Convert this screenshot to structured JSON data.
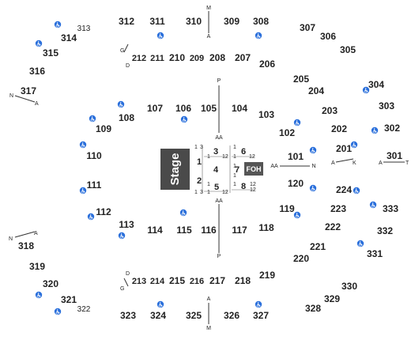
{
  "colors": {
    "stage_fill": "#4a4a4a",
    "foh_fill": "#555555",
    "accessible_icon": "#2a6fdb",
    "text": "#222222"
  },
  "stage": {
    "label": "Stage"
  },
  "foh": {
    "label": "FOH"
  },
  "floor_sections": [
    "1",
    "2",
    "3",
    "4",
    "5",
    "6",
    "7",
    "8"
  ],
  "floor_row_labels": [
    "1",
    "3",
    "1",
    "12",
    "1",
    "1",
    "12",
    "1",
    "1",
    "12",
    "1",
    "3",
    "1",
    "12",
    "1",
    "1",
    "12"
  ],
  "aisle_labels": {
    "aa_top": "AA",
    "aa_bottom": "AA",
    "aa_right": "AA",
    "p_top": "P",
    "p_bottom": "P",
    "m_top": "M",
    "a_top": "A",
    "m_bottom": "M",
    "a_bottom": "A",
    "n_right": "N",
    "a_left_top": "A",
    "n_left_top": "N",
    "a_left_bottom": "A",
    "n_left_bottom": "N",
    "g_left_top": "G",
    "d_left_top": "D",
    "g_left_bottom": "G",
    "d_left_bottom": "D",
    "a_301": "A",
    "t_301": "T",
    "a_201": "A",
    "k_201": "K"
  },
  "sections_100": [
    "101",
    "102",
    "103",
    "104",
    "105",
    "106",
    "107",
    "108",
    "109",
    "110",
    "111",
    "112",
    "113",
    "114",
    "115",
    "116",
    "117",
    "118",
    "119",
    "120"
  ],
  "sections_200": [
    "201",
    "202",
    "203",
    "204",
    "205",
    "206",
    "207",
    "208",
    "209",
    "210",
    "211",
    "212",
    "213",
    "214",
    "215",
    "216",
    "217",
    "218",
    "219",
    "220",
    "221",
    "222",
    "223",
    "224"
  ],
  "sections_300": [
    "301",
    "302",
    "303",
    "304",
    "305",
    "306",
    "307",
    "308",
    "309",
    "310",
    "311",
    "312",
    "313",
    "314",
    "315",
    "316",
    "317",
    "318",
    "319",
    "320",
    "321",
    "322",
    "323",
    "324",
    "325",
    "326",
    "327",
    "328",
    "329",
    "330",
    "331",
    "332",
    "333"
  ]
}
